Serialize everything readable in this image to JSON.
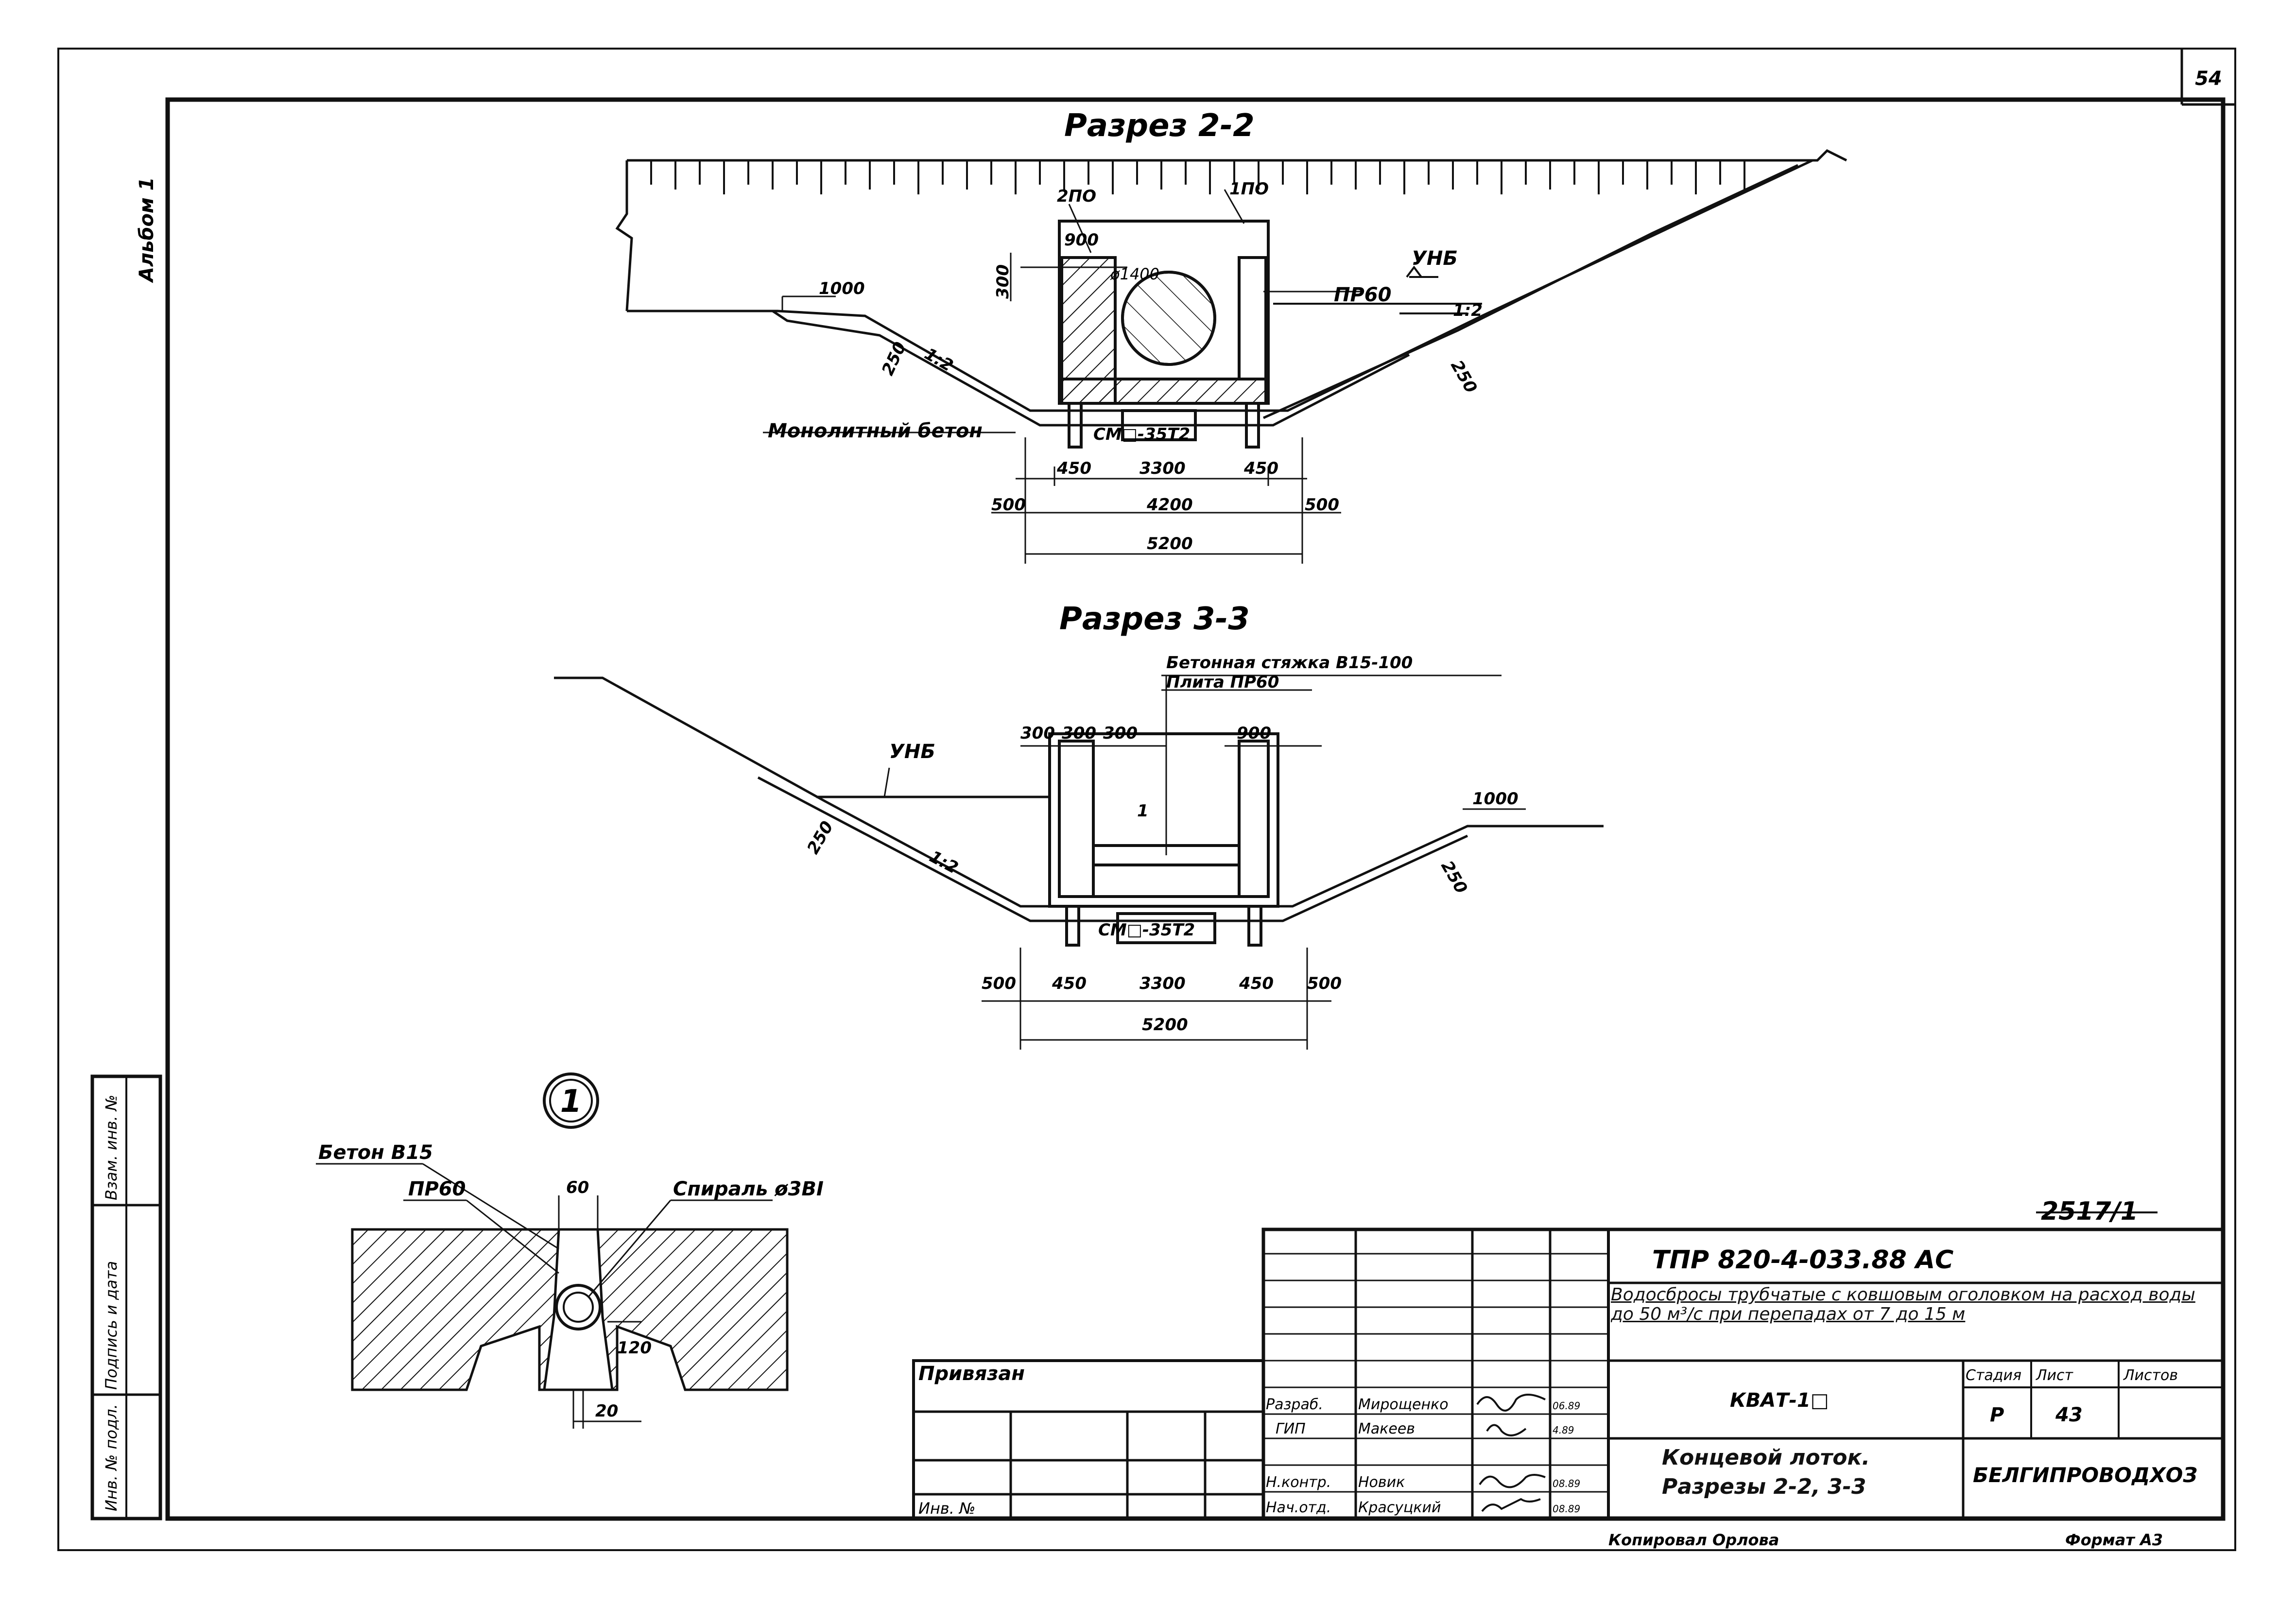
{
  "sheet": {
    "page_number": "54",
    "album": "Альбом 1",
    "sheet_ref": "2517/1",
    "copied_by": "Копировал Орлова",
    "format": "Формат А3",
    "side_stamp": [
      "Инв. № подл.",
      "Подпись и дата",
      "Взам. инв. №"
    ]
  },
  "section_2_2": {
    "title": "Разрез 2-2",
    "labels": {
      "top_board": "2ПО",
      "board_1": "1ПО",
      "plate": "ПР60",
      "water_level": "УНБ",
      "slope": "1:2",
      "concrete": "Монолитный бетон",
      "pipe": "ø1400",
      "block": "СМ□-35Т2"
    },
    "dims": [
      "900",
      "300",
      "1000",
      "250",
      "250",
      "450",
      "3300",
      "450",
      "500",
      "4200",
      "500",
      "5200"
    ]
  },
  "section_3_3": {
    "title": "Разрез 3-3",
    "labels": {
      "screed": "Бетонная стяжка В15-100",
      "plate": "Плита ПР60",
      "water_level": "УНБ",
      "slope": "1:2",
      "node": "1",
      "block": "СМ□-35Т2"
    },
    "dims": [
      "300",
      "300",
      "300",
      "900",
      "1000",
      "250",
      "250",
      "500",
      "450",
      "3300",
      "450",
      "500",
      "5200"
    ]
  },
  "node_1": {
    "number": "1",
    "concrete": "Бетон В15",
    "plate": "ПР60",
    "spiral": "Спираль ø3ВI",
    "dims": [
      "60",
      "120",
      "20"
    ]
  },
  "title_block": {
    "doc_code": "ТПР 820-4-033.88   АС",
    "description": "Водосбросы трубчатые с ковшовым оголовком на расход воды до 50 м³/с при перепадах от 7 до 15 м",
    "product": "КВАТ-1□",
    "drawing_title": "Концевой лоток. Разрезы 2-2, 3-3",
    "organization": "БЕЛГИПРОВОДХОЗ",
    "stage_header": "Стадия",
    "sheet_header": "Лист",
    "sheets_header": "Листов",
    "stage": "Р",
    "sheet": "43",
    "bound": "Привязан",
    "inv": "Инв. №",
    "people": [
      {
        "role": "Разраб.",
        "name": "Мирощенко",
        "date": "06.89"
      },
      {
        "role": "ГИП",
        "name": "Макеев",
        "date": "4.89"
      },
      {
        "role": "Н.контр.",
        "name": "Новик",
        "date": "08.89"
      },
      {
        "role": "Нач.отд.",
        "name": "Красуцкий",
        "date": "08.89"
      }
    ]
  }
}
